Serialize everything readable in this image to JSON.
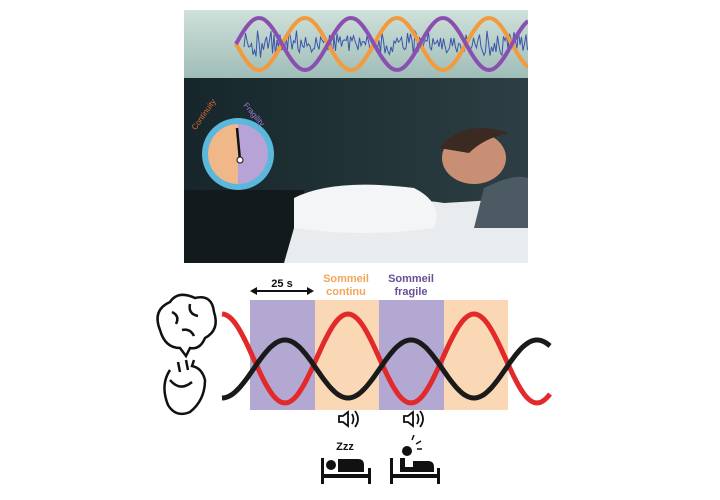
{
  "photo": {
    "gauge": {
      "left_label": "Continuity",
      "right_label": "Fragility"
    }
  },
  "diagram": {
    "duration_label": "25 s",
    "band_labels": [
      {
        "text_line1": "Sommeil",
        "text_line2": "continu",
        "color": "#f2a65a"
      },
      {
        "text_line1": "Sommeil",
        "text_line2": "fragile",
        "color": "#6a4f96"
      }
    ],
    "band_colors": {
      "purple": "#b3a8d2",
      "orange": "#fbd8b5"
    },
    "wave_colors": {
      "brain": "#e32a2a",
      "heart": "#1a1a1a"
    },
    "sleeper_label": "Zzz"
  }
}
